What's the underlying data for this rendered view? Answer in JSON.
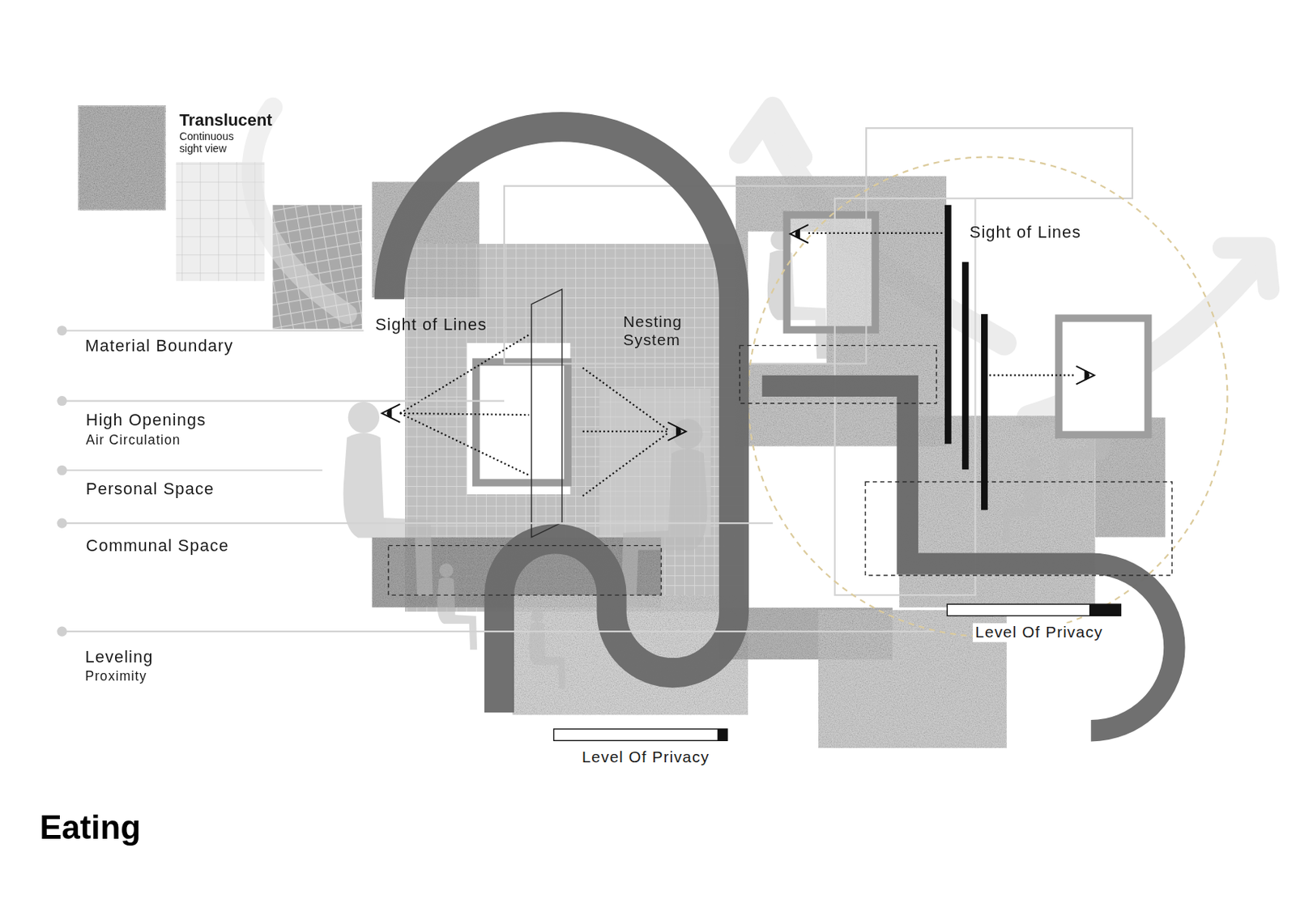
{
  "diagram": {
    "title": "Eating",
    "labels": [
      "Translucent",
      "Continuous sight view",
      "Material Boundary",
      "High Openings",
      "Air Circulation",
      "Personal Space",
      "Communal Space",
      "Leveling",
      "Proximity",
      "Sight of Lines",
      "Nesting System",
      "Sight of Lines",
      "Level Of Privacy",
      "Level Of Privacy"
    ]
  }
}
